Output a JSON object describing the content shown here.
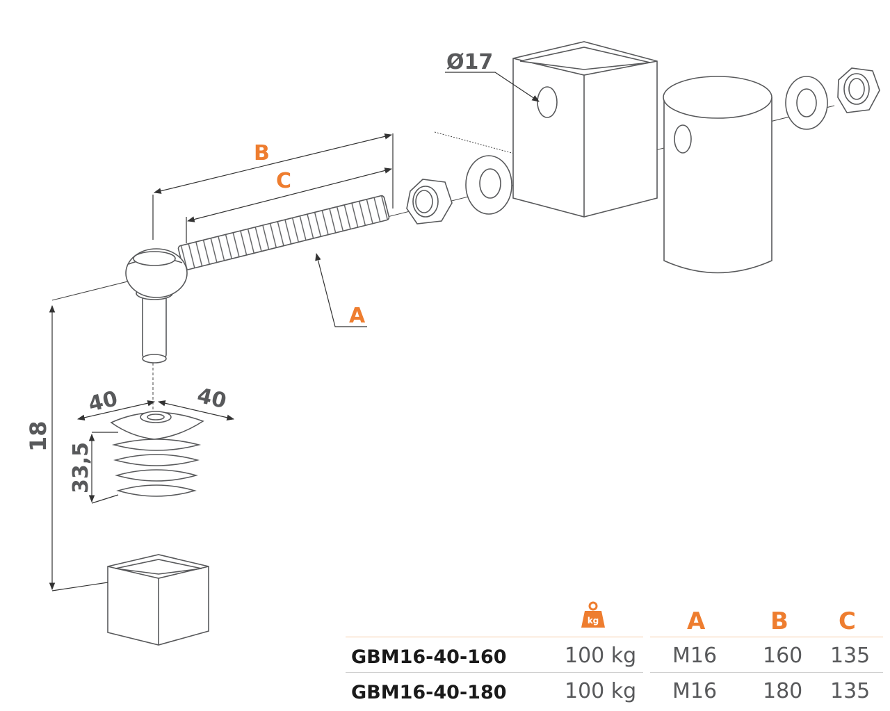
{
  "dimensions": {
    "hole_diameter": "Ø17",
    "height": "18",
    "plate_width_1": "40",
    "plate_width_2": "40",
    "insert_depth": "33,5",
    "ref_a": "A",
    "ref_b": "B",
    "ref_c": "C"
  },
  "table": {
    "weight_icon_label": "kg",
    "headers": [
      "A",
      "B",
      "C"
    ],
    "rows": [
      {
        "code": "GBM16-40-160",
        "load": "100 kg",
        "a": "M16",
        "b": "160",
        "c": "135"
      },
      {
        "code": "GBM16-40-180",
        "load": "100 kg",
        "a": "M16",
        "b": "180",
        "c": "135"
      }
    ]
  },
  "colors": {
    "accent": "#ee7d2f",
    "line": "#58595b",
    "rule": "#f6c9a4"
  }
}
